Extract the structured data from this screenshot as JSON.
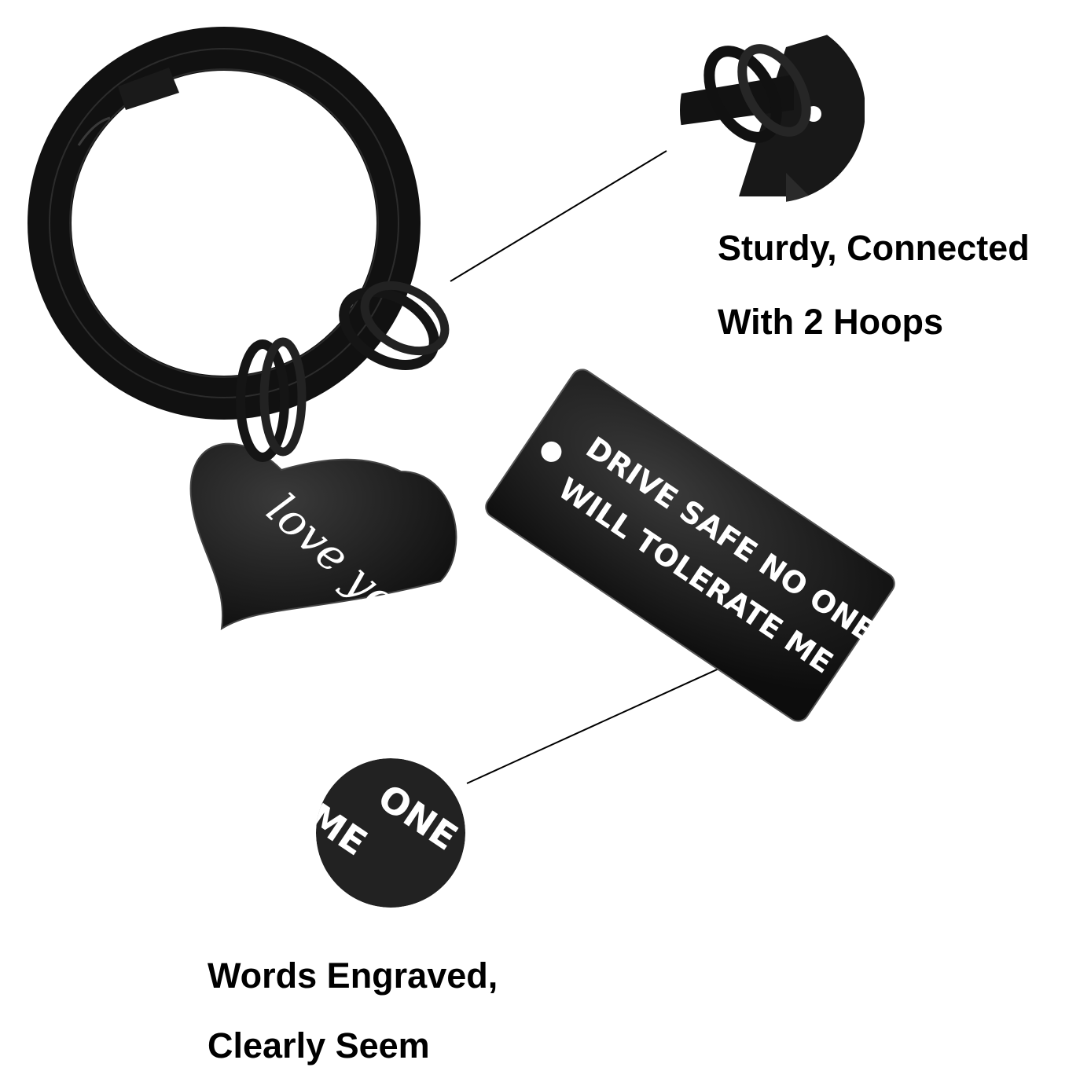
{
  "tag": {
    "line1": "DRIVE SAFE NO ONE ELSE",
    "line2": "WILL TOLERATE ME ♡"
  },
  "heart_charm": {
    "text": "love you"
  },
  "zoom_detail": {
    "line1": "ONE",
    "line2": "ME"
  },
  "callouts": {
    "hoops_line1": "Sturdy, Connected",
    "hoops_line2": "With 2 Hoops",
    "words_line1": "Words Engraved,",
    "words_line2": "Clearly Seem"
  },
  "colors": {
    "metal": "#121212",
    "engraving": "#ffffff",
    "background": "#ffffff",
    "leader_line": "#000000"
  }
}
